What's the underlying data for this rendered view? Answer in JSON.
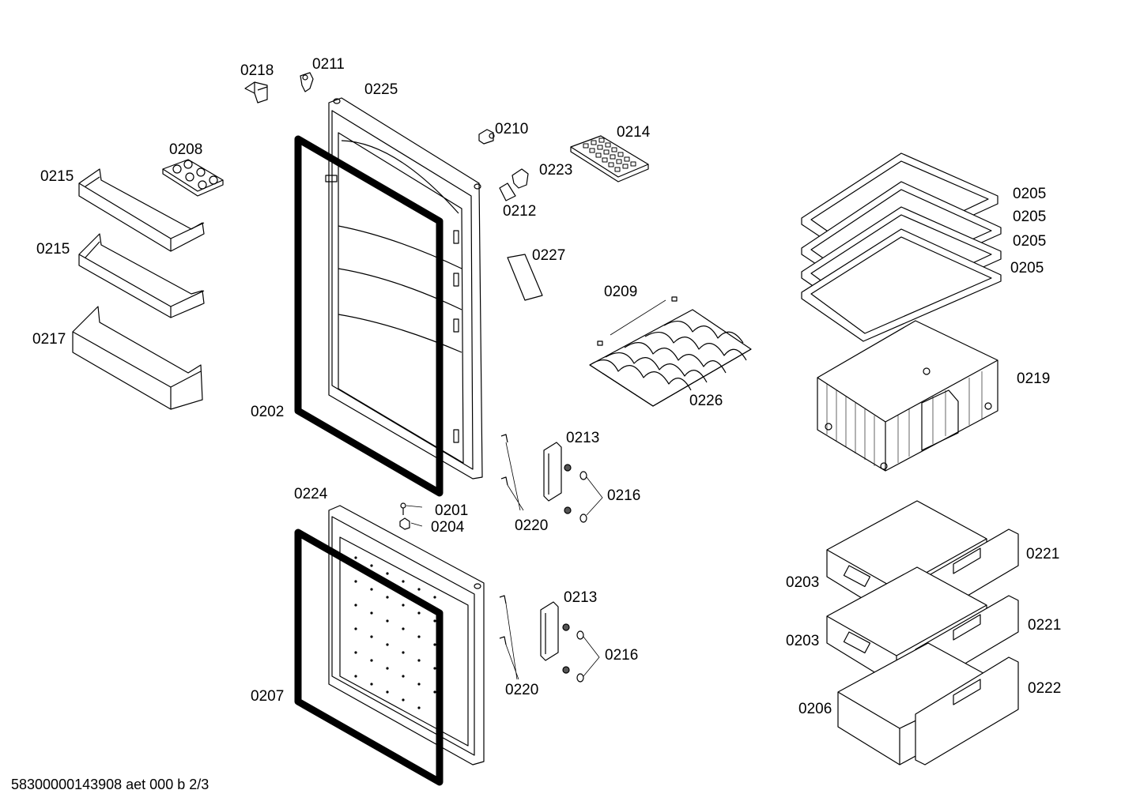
{
  "parts": {
    "p0218": "0218",
    "p0211": "0211",
    "p0225": "0225",
    "p0210": "0210",
    "p0214": "0214",
    "p0208": "0208",
    "p0215a": "0215",
    "p0215b": "0215",
    "p0217": "0217",
    "p0223": "0223",
    "p0212": "0212",
    "p0227": "0227",
    "p0209": "0209",
    "p0226": "0226",
    "p0205a": "0205",
    "p0205b": "0205",
    "p0205c": "0205",
    "p0205d": "0205",
    "p0219": "0219",
    "p0202": "0202",
    "p0213a": "0213",
    "p0216a": "0216",
    "p0220a": "0220",
    "p0224": "0224",
    "p0201": "0201",
    "p0204": "0204",
    "p0221a": "0221",
    "p0203a": "0203",
    "p0221b": "0221",
    "p0203b": "0203",
    "p0213b": "0213",
    "p0216b": "0216",
    "p0220b": "0220",
    "p0222": "0222",
    "p0207": "0207",
    "p0206": "0206"
  },
  "footer": "58300000143908 aet 000 b 2/3"
}
